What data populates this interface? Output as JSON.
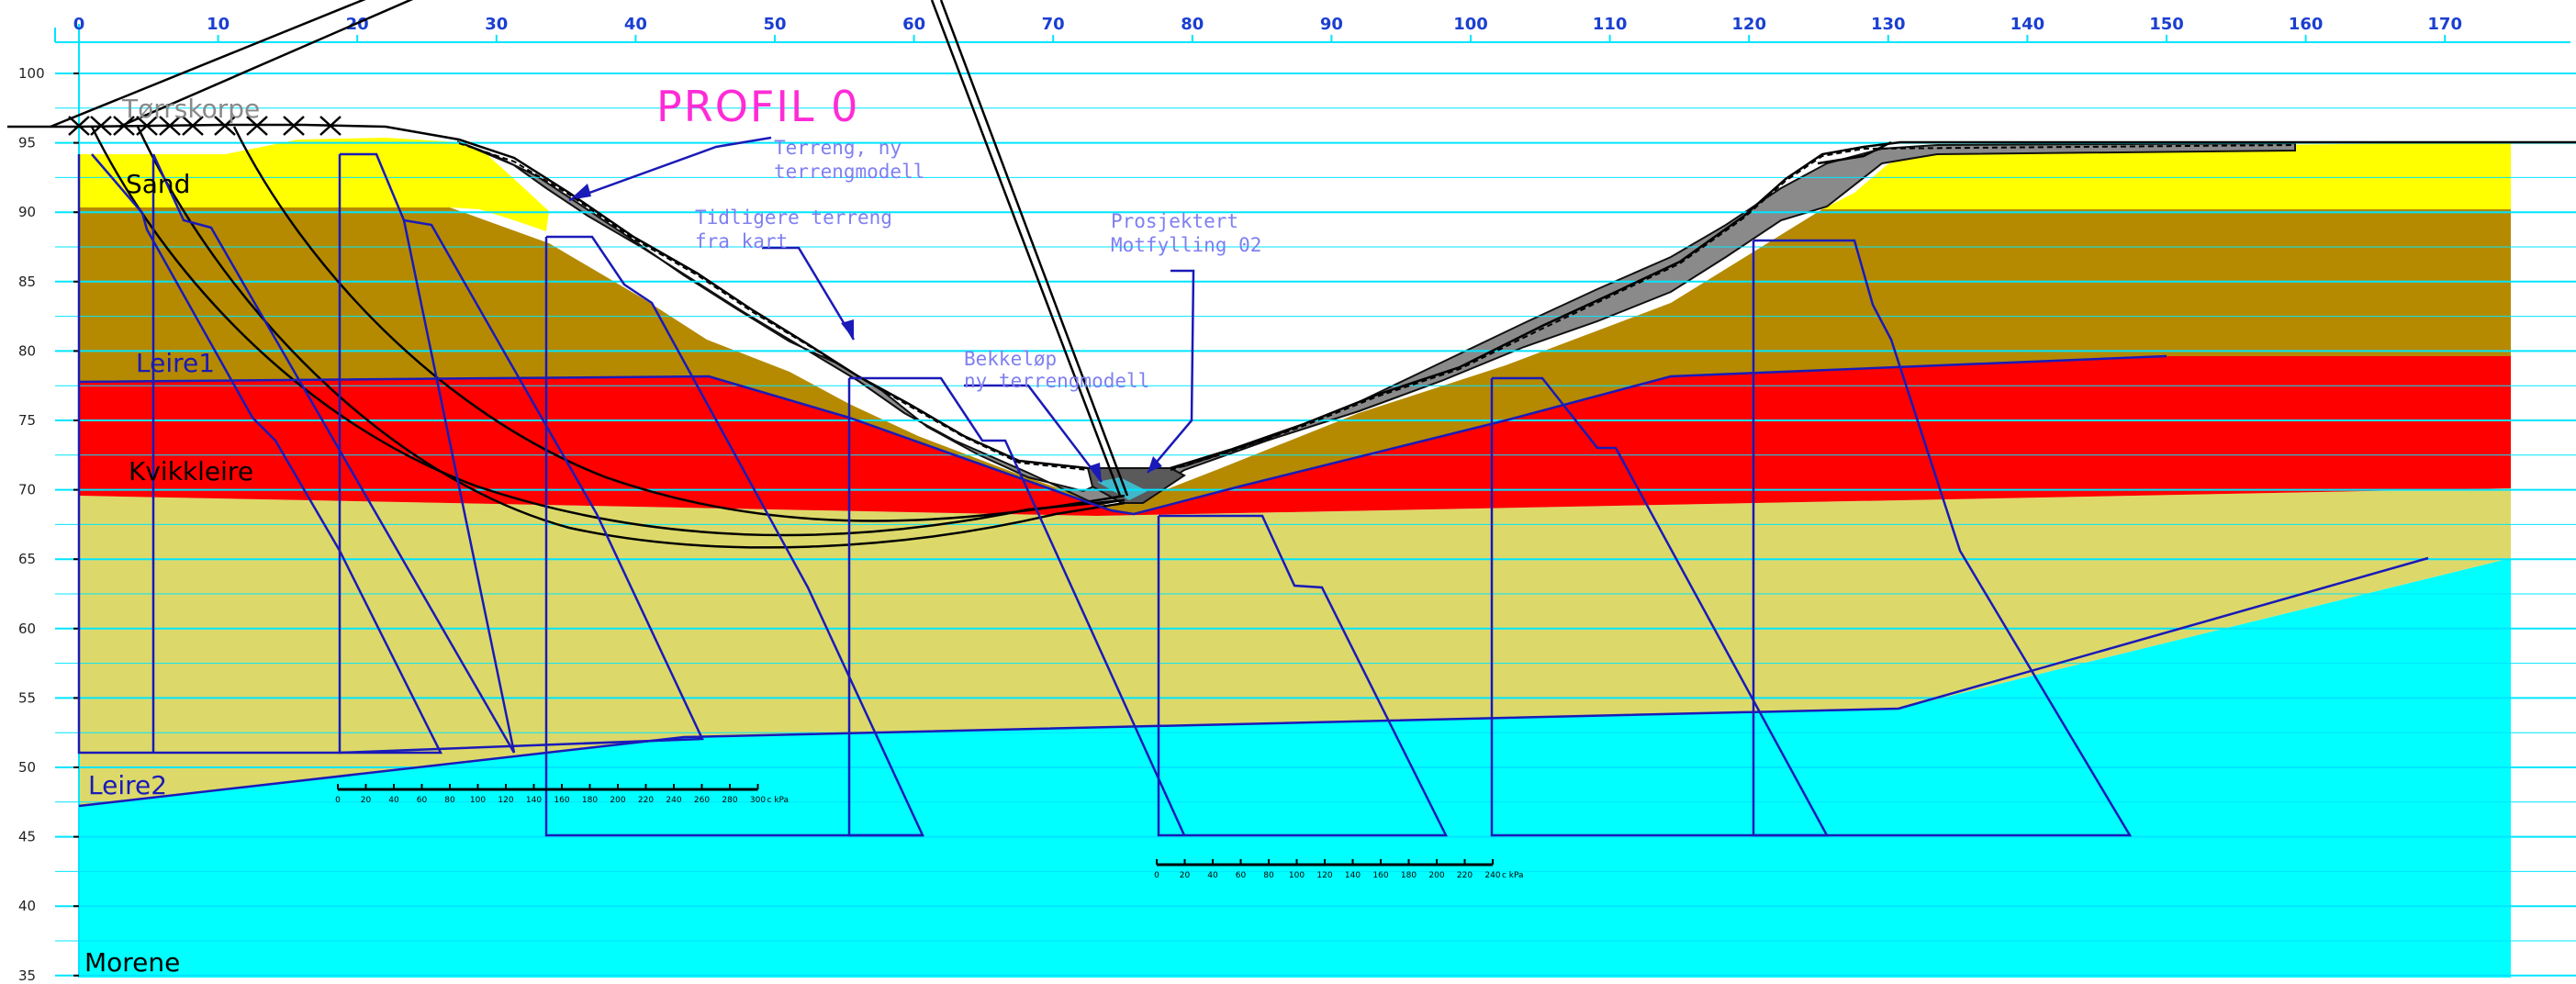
{
  "title": "PROFIL 0",
  "axes": {
    "x_ticks": [
      "0",
      "10",
      "20",
      "30",
      "40",
      "50",
      "60",
      "70",
      "80",
      "90",
      "100",
      "110",
      "120",
      "130",
      "140",
      "150",
      "160",
      "170"
    ],
    "y_ticks": [
      "100",
      "95",
      "90",
      "85",
      "80",
      "75",
      "70",
      "65",
      "60",
      "55",
      "50",
      "45",
      "40",
      "35"
    ]
  },
  "layers": {
    "torrskorpe": "Tørrskorpe",
    "sand": "Sand",
    "leire1": "Leire1",
    "kvikkleire": "Kvikkleire",
    "leire2": "Leire2",
    "morene": "Morene"
  },
  "annotations": {
    "terrain_new_1": "Terreng, ny",
    "terrain_new_2": "terrengmodell",
    "prev_terrain_1": "Tidligere terreng",
    "prev_terrain_2": "fra kart",
    "stream_1": "Bekkeløp",
    "stream_2": "ny terrengmodell",
    "fill_1": "Prosjektert",
    "fill_2": "Motfylling 02"
  },
  "scale_bars": {
    "bar1_labels": [
      "0",
      "20",
      "40",
      "60",
      "80",
      "100",
      "120",
      "140",
      "160",
      "180",
      "200",
      "220",
      "240",
      "260",
      "280",
      "300"
    ],
    "bar1_unit": "c kPa",
    "bar2_labels": [
      "0",
      "20",
      "40",
      "60",
      "80",
      "100",
      "120",
      "140",
      "160",
      "180",
      "200",
      "220",
      "240"
    ],
    "bar2_unit": "c kPa"
  },
  "colors": {
    "sand": "#ffff00",
    "leire1": "#b58a00",
    "kvikkleire": "#ff0000",
    "leire2": "#dcd96a",
    "morene": "#00ffff",
    "fill": "#8a8a8a",
    "title": "#ff2bd6",
    "profile_lines": "#1a1aff"
  }
}
